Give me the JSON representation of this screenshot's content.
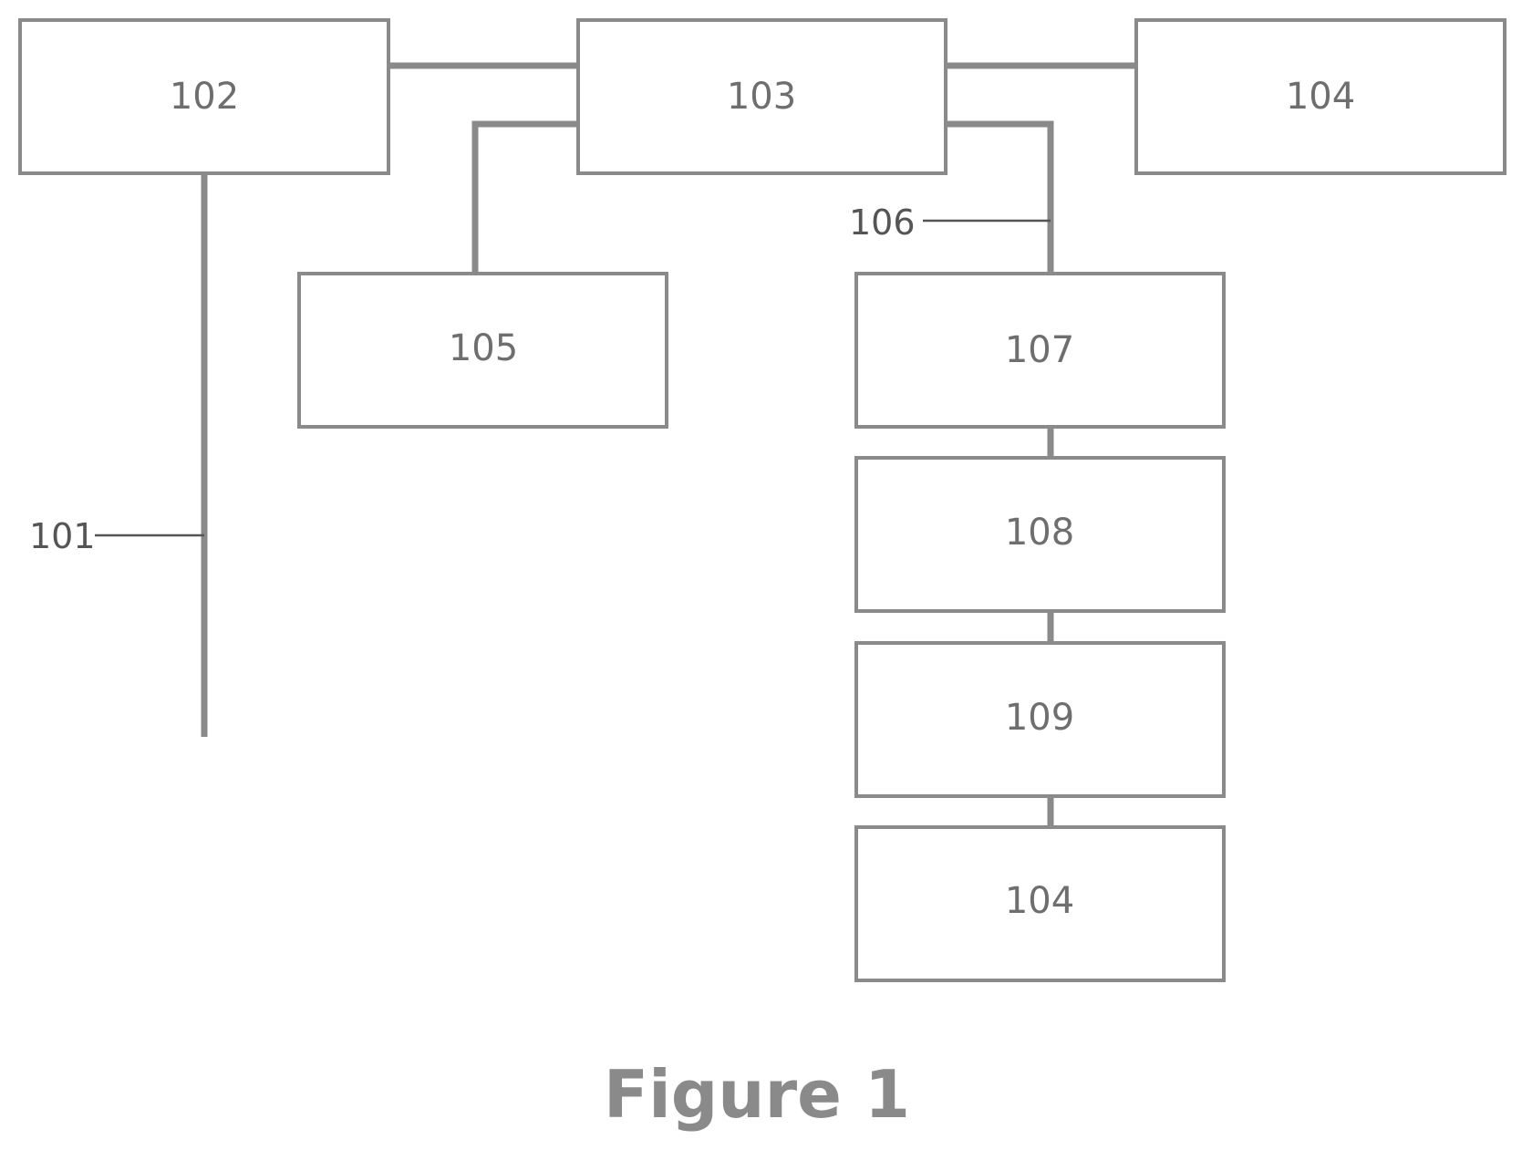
{
  "diagram": {
    "boxes": {
      "box_102": "102",
      "box_103": "103",
      "box_104_top": "104",
      "box_105": "105",
      "box_107": "107",
      "box_108": "108",
      "box_109": "109",
      "box_104_bottom": "104"
    },
    "references": {
      "ref_101": "101",
      "ref_106": "106"
    },
    "caption": "Figure 1"
  }
}
